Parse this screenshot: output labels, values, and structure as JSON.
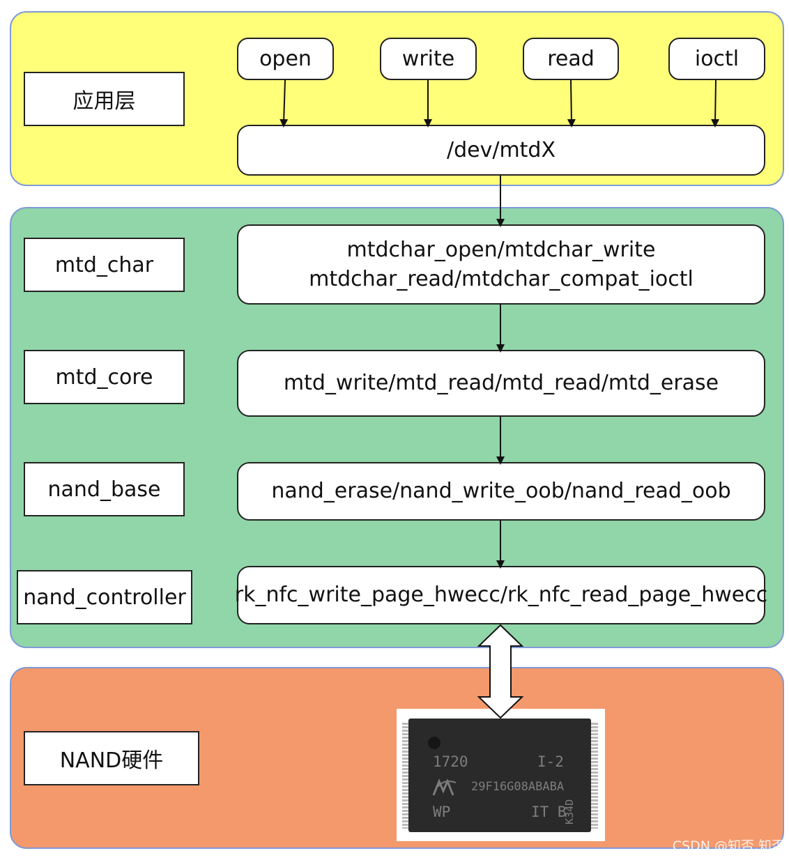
{
  "layers": {
    "application": {
      "label": "应用层",
      "calls": [
        "open",
        "write",
        "read",
        "ioctl"
      ],
      "device": "/dev/mtdX"
    },
    "mtd_char": {
      "label": "mtd_char",
      "line1": "mtdchar_open/mtdchar_write",
      "line2": "mtdchar_read/mtdchar_compat_ioctl"
    },
    "mtd_core": {
      "label": "mtd_core",
      "functions": "mtd_write/mtd_read/mtd_read/mtd_erase"
    },
    "nand_base": {
      "label": "nand_base",
      "functions": "nand_erase/nand_write_oob/nand_read_oob"
    },
    "nand_controller": {
      "label": "nand_controller",
      "functions": "rk_nfc_write_page_hwecc/rk_nfc_read_page_hwecc"
    },
    "hardware": {
      "label": "NAND硬件",
      "chip_markings": {
        "line1_left": "1720",
        "line1_right": "I-2",
        "line2": "29F16G08ABABA",
        "line3_left": "WP",
        "line3_right": "IT B",
        "side": "K34D"
      }
    }
  },
  "watermark": "CSDN @知否,知否",
  "colors": {
    "app_layer": "#ffff7a",
    "kernel_layer": "#90d6a8",
    "hardware_layer": "#f4996c",
    "layer_border": "#7f9ad6"
  }
}
